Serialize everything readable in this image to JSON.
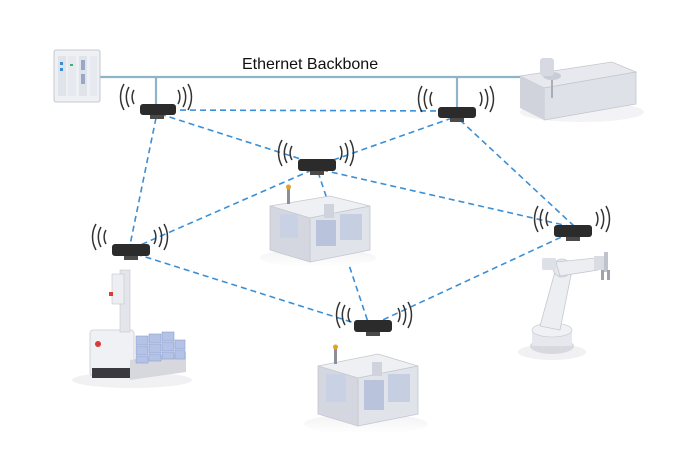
{
  "diagram": {
    "backbone_label": "Ethernet Backbone",
    "nodes": [
      {
        "id": "ap-top-left",
        "kind": "wireless-access-point"
      },
      {
        "id": "ap-top-right",
        "kind": "wireless-access-point"
      },
      {
        "id": "ap-center",
        "kind": "wireless-access-point"
      },
      {
        "id": "ap-left",
        "kind": "wireless-access-point"
      },
      {
        "id": "ap-right",
        "kind": "wireless-access-point"
      },
      {
        "id": "ap-bottom",
        "kind": "wireless-access-point"
      },
      {
        "id": "plc-controller",
        "kind": "device"
      },
      {
        "id": "control-workstation",
        "kind": "device"
      },
      {
        "id": "cnc-machine-center",
        "kind": "device"
      },
      {
        "id": "cnc-machine-bottom",
        "kind": "device"
      },
      {
        "id": "agv-forklift",
        "kind": "device"
      },
      {
        "id": "robot-arm",
        "kind": "device"
      }
    ],
    "wireless_links": [
      [
        "ap-top-left",
        "ap-top-right"
      ],
      [
        "ap-top-left",
        "ap-center"
      ],
      [
        "ap-top-left",
        "ap-left"
      ],
      [
        "ap-top-right",
        "ap-center"
      ],
      [
        "ap-top-right",
        "ap-right"
      ],
      [
        "ap-center",
        "ap-left"
      ],
      [
        "ap-center",
        "ap-right"
      ],
      [
        "ap-center",
        "ap-bottom"
      ],
      [
        "ap-left",
        "ap-bottom"
      ],
      [
        "ap-bottom",
        "ap-right"
      ]
    ],
    "colors": {
      "backbone": "#8fb3c8",
      "wireless_link": "#3a8fd6",
      "access_point": "#2b2b2b",
      "signal_waves": "#333333",
      "machine_body": "#e6e7ec",
      "machine_panel": "#b9c4dc"
    }
  }
}
